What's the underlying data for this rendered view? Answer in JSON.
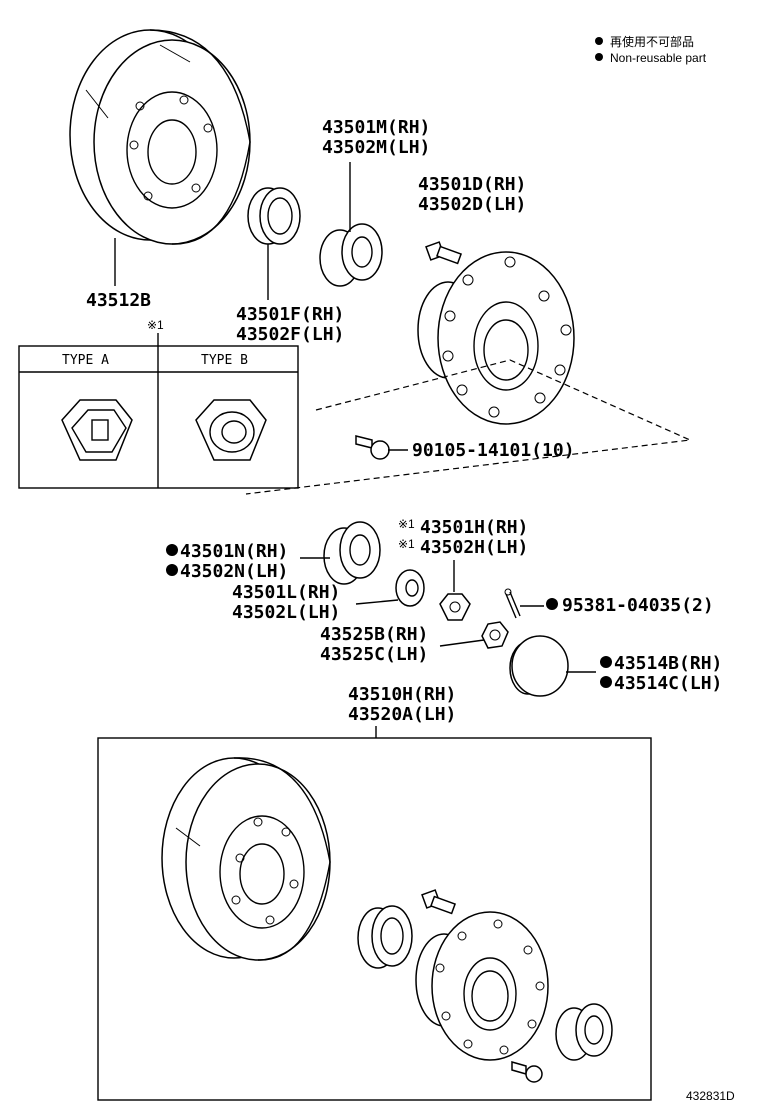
{
  "legend": {
    "jp": "再使用不可部品",
    "en": "Non-reusable part"
  },
  "labels": {
    "drum_top": "43512B",
    "seal_rh": "43501F(RH)",
    "seal_lh": "43502F(LH)",
    "bearing_m_rh": "43501M(RH)",
    "bearing_m_lh": "43502M(LH)",
    "hub_rh": "43501D(RH)",
    "hub_lh": "43502D(LH)",
    "hub_bolt": "90105-14101(10)",
    "bearing_n_rh": "43501N(RH)",
    "bearing_n_lh": "43502N(LH)",
    "nut_h_rh": "43501H(RH)",
    "nut_h_lh": "43502H(LH)",
    "washer_rh": "43501L(RH)",
    "washer_lh": "43502L(LH)",
    "cotter_pin": "95381-04035(2)",
    "lock_rh": "43525B(RH)",
    "lock_lh": "43525C(LH)",
    "cap_rh": "43514B(RH)",
    "cap_lh": "43514C(LH)",
    "assy_rh": "43510H(RH)",
    "assy_lh": "43520A(LH)",
    "ref_mark": "※1",
    "diagram_id": "432831D"
  },
  "type_box": {
    "type_a": "TYPE A",
    "type_b": "TYPE B"
  }
}
